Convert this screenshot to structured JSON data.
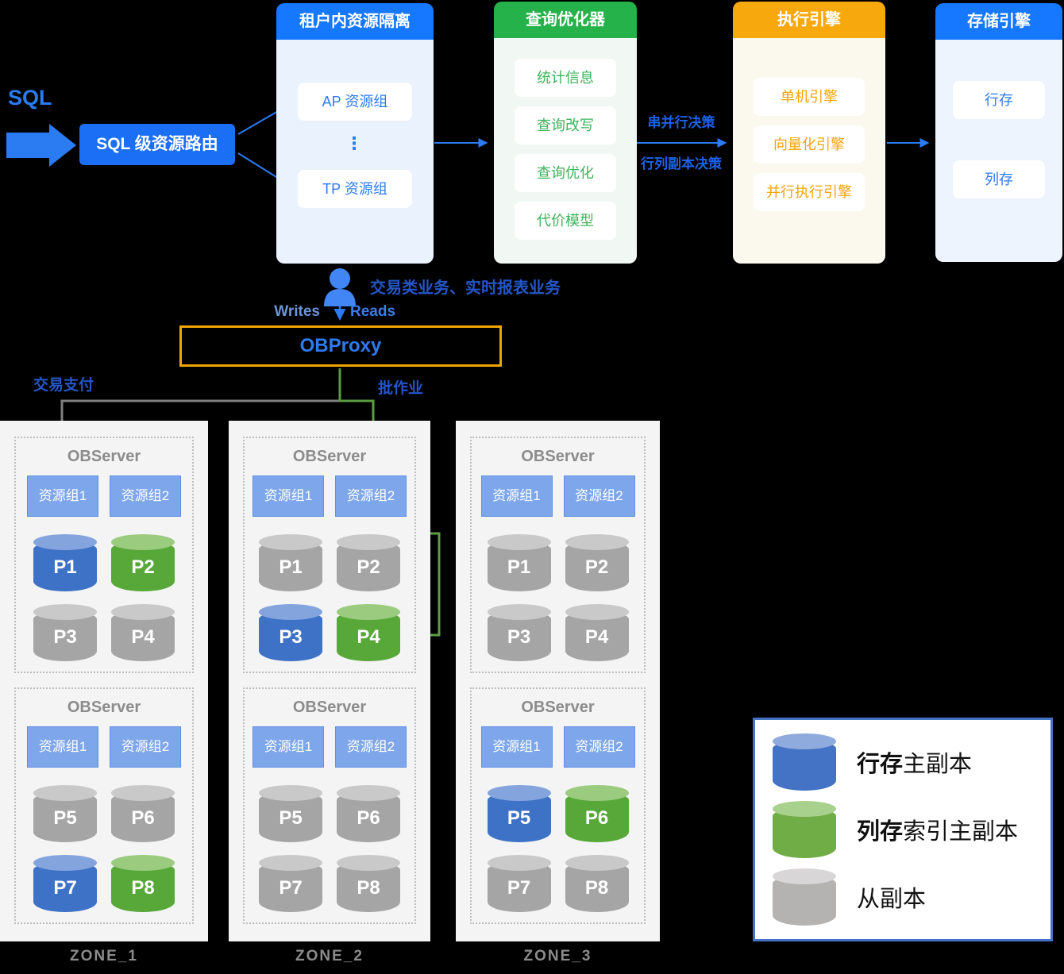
{
  "flow": {
    "sql_label": "SQL",
    "router_label": "SQL 级资源路由",
    "isolation": {
      "title": "租户内资源隔离",
      "items": [
        "AP 资源组",
        "TP 资源组"
      ],
      "ellipsis": "⋮"
    },
    "optimizer": {
      "title": "查询优化器",
      "items": [
        "统计信息",
        "查询改写",
        "查询优化",
        "代价模型"
      ]
    },
    "engine": {
      "title": "执行引擎",
      "items": [
        "单机引擎",
        "向量化引擎",
        "并行执行引擎"
      ]
    },
    "storage": {
      "title": "存储引擎",
      "items": [
        "行存",
        "列存"
      ]
    },
    "arrow_labels": {
      "top": "串并行决策",
      "bottom": "行列副本决策"
    }
  },
  "middle": {
    "business_label": "交易类业务、实时报表业务",
    "writes": "Writes",
    "reads": "Reads",
    "obproxy": "OBProxy",
    "trade_label": "交易支付",
    "batch_label": "批作业"
  },
  "zones": [
    {
      "name": "ZONE_1",
      "servers": [
        {
          "title": "OBServer",
          "groups": [
            "资源组1",
            "资源组2"
          ],
          "partitions": [
            {
              "label": "P1",
              "type": "blue"
            },
            {
              "label": "P2",
              "type": "green"
            },
            {
              "label": "P3",
              "type": "gray"
            },
            {
              "label": "P4",
              "type": "gray"
            }
          ]
        },
        {
          "title": "OBServer",
          "groups": [
            "资源组1",
            "资源组2"
          ],
          "partitions": [
            {
              "label": "P5",
              "type": "gray"
            },
            {
              "label": "P6",
              "type": "gray"
            },
            {
              "label": "P7",
              "type": "blue"
            },
            {
              "label": "P8",
              "type": "green"
            }
          ]
        }
      ]
    },
    {
      "name": "ZONE_2",
      "servers": [
        {
          "title": "OBServer",
          "groups": [
            "资源组1",
            "资源组2"
          ],
          "partitions": [
            {
              "label": "P1",
              "type": "gray"
            },
            {
              "label": "P2",
              "type": "gray"
            },
            {
              "label": "P3",
              "type": "blue"
            },
            {
              "label": "P4",
              "type": "green"
            }
          ]
        },
        {
          "title": "OBServer",
          "groups": [
            "资源组1",
            "资源组2"
          ],
          "partitions": [
            {
              "label": "P5",
              "type": "gray"
            },
            {
              "label": "P6",
              "type": "gray"
            },
            {
              "label": "P7",
              "type": "gray"
            },
            {
              "label": "P8",
              "type": "gray"
            }
          ]
        }
      ]
    },
    {
      "name": "ZONE_3",
      "servers": [
        {
          "title": "OBServer",
          "groups": [
            "资源组1",
            "资源组2"
          ],
          "partitions": [
            {
              "label": "P1",
              "type": "gray"
            },
            {
              "label": "P2",
              "type": "gray"
            },
            {
              "label": "P3",
              "type": "gray"
            },
            {
              "label": "P4",
              "type": "gray"
            }
          ]
        },
        {
          "title": "OBServer",
          "groups": [
            "资源组1",
            "资源组2"
          ],
          "partitions": [
            {
              "label": "P5",
              "type": "blue"
            },
            {
              "label": "P6",
              "type": "green"
            },
            {
              "label": "P7",
              "type": "gray"
            },
            {
              "label": "P8",
              "type": "gray"
            }
          ]
        }
      ]
    }
  ],
  "legend": {
    "items": [
      {
        "type": "blue",
        "bold": "行存",
        "text": "主副本"
      },
      {
        "type": "green",
        "bold": "列存",
        "text": "索引主副本"
      },
      {
        "type": "gray",
        "bold": "",
        "text": "从副本"
      }
    ]
  },
  "colors": {
    "header_blue": "#1677FF",
    "header_green": "#25B24A",
    "header_orange": "#F7A80D",
    "arrow_blue": "#2B7BF3",
    "path_gray": "#7F7F7F",
    "path_green": "#5B9E41",
    "resource_group_fill": "#7EA6EB",
    "legend_border": "#4472C4"
  }
}
